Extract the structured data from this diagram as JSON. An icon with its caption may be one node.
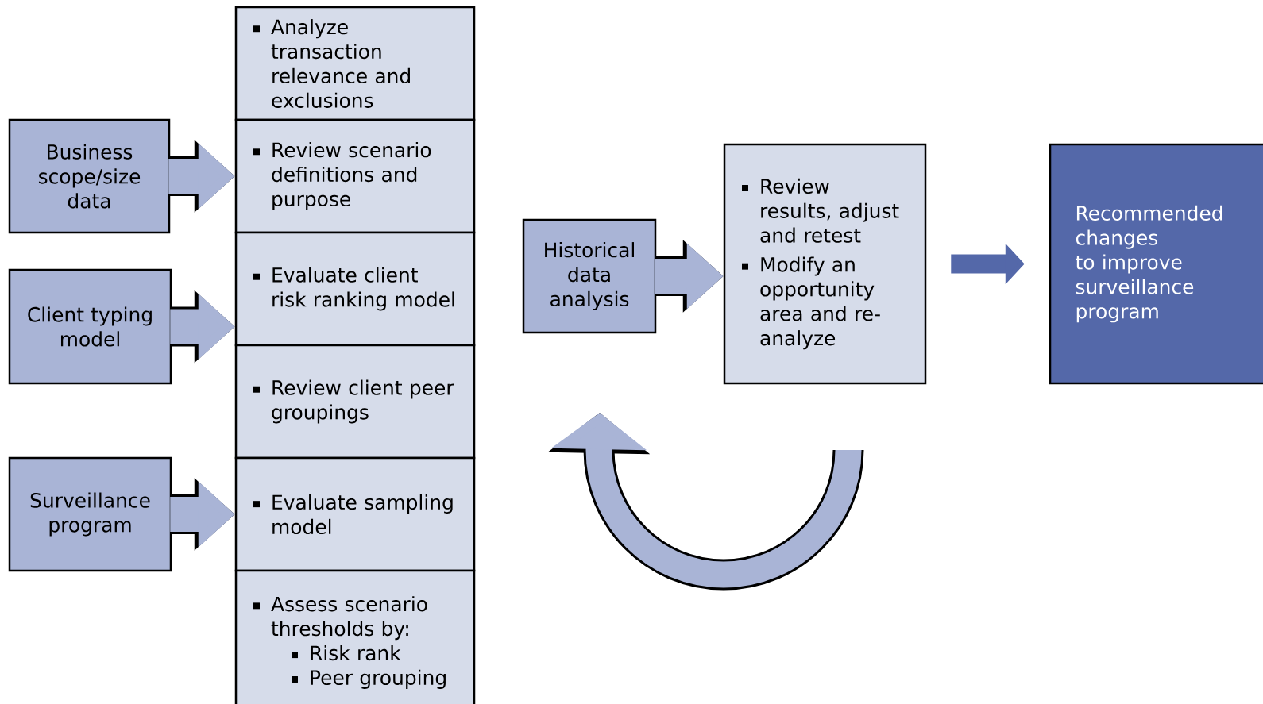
{
  "diagram": {
    "nodes": [
      {
        "text": [
          "Business scope/size data"
        ]
      },
      {
        "text": [
          "Client typing model"
        ]
      },
      {
        "text": [
          "Surveillance program"
        ]
      },
      {
        "text": [
          "Analyze transaction relevance and exclusions"
        ]
      },
      {
        "text": [
          "Review scenario definitions and purpose"
        ]
      },
      {
        "text": [
          "Evaluate client risk ranking model"
        ]
      },
      {
        "text": [
          "Review client peer groupings"
        ]
      },
      {
        "text": [
          "Evaluate sampling model"
        ]
      },
      {
        "text": [
          "Assess scenario thresholds by:",
          "Risk rank",
          "Peer grouping"
        ]
      },
      {
        "text": [
          "Historical data analysis"
        ]
      },
      {
        "text": [
          "Review results, adjust and retest",
          "Modify an opportunity area and re-analyze"
        ]
      },
      {
        "text": [
          "Recommended changes to improve surveillance program"
        ]
      }
    ],
    "edges": [
      {
        "from": 0,
        "to": 4,
        "arrow": "to"
      },
      {
        "from": 1,
        "to": 5,
        "arrow": "to"
      },
      {
        "from": 2,
        "to": 7,
        "arrow": "to"
      },
      {
        "from": 9,
        "to": 10,
        "arrow": "to"
      },
      {
        "from": 10,
        "to": 11,
        "arrow": "to",
        "color": "#5468a9"
      }
    ]
  }
}
